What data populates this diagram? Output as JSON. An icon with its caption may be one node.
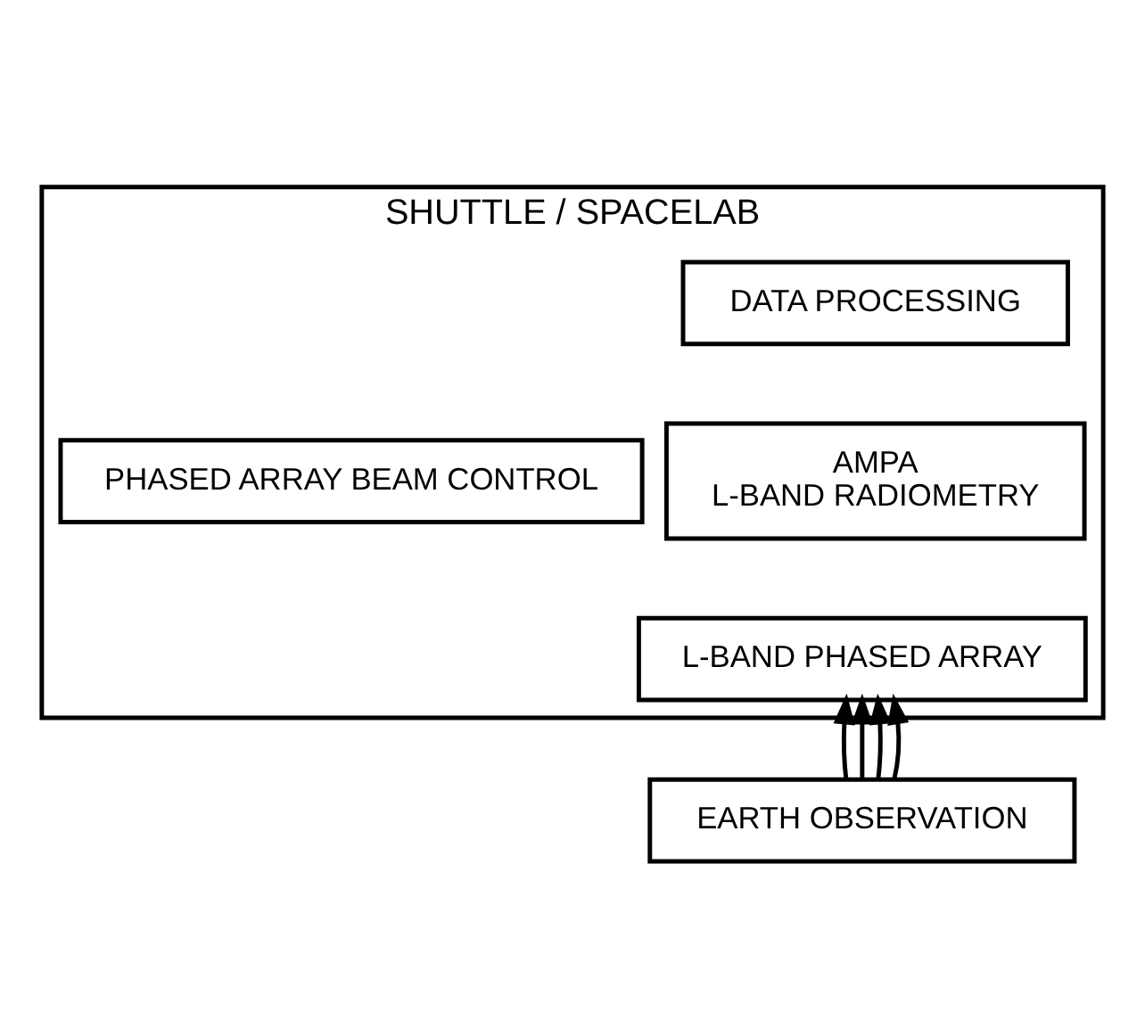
{
  "diagram": {
    "nodes": [
      {
        "text": [
          "SHUTTLE / SPACELAB"
        ]
      },
      {
        "text": [
          "DATA PROCESSING"
        ],
        "in": 0
      },
      {
        "text": [
          "AMPA",
          "L-BAND RADIOMETRY"
        ],
        "in": 0
      },
      {
        "text": [
          "L-BAND PHASED ARRAY"
        ],
        "in": 0
      },
      {
        "text": [
          "PHASED ARRAY BEAM CONTROL"
        ],
        "in": 0
      },
      {
        "text": [
          "EARTH OBSERVATION"
        ]
      }
    ],
    "edges": [
      {
        "from": 5,
        "to": 3,
        "arrow": "to"
      },
      {
        "from": 5,
        "to": 3,
        "arrow": "to"
      },
      {
        "from": 5,
        "to": 3,
        "arrow": "to"
      },
      {
        "from": 5,
        "to": 3,
        "arrow": "to"
      }
    ]
  }
}
